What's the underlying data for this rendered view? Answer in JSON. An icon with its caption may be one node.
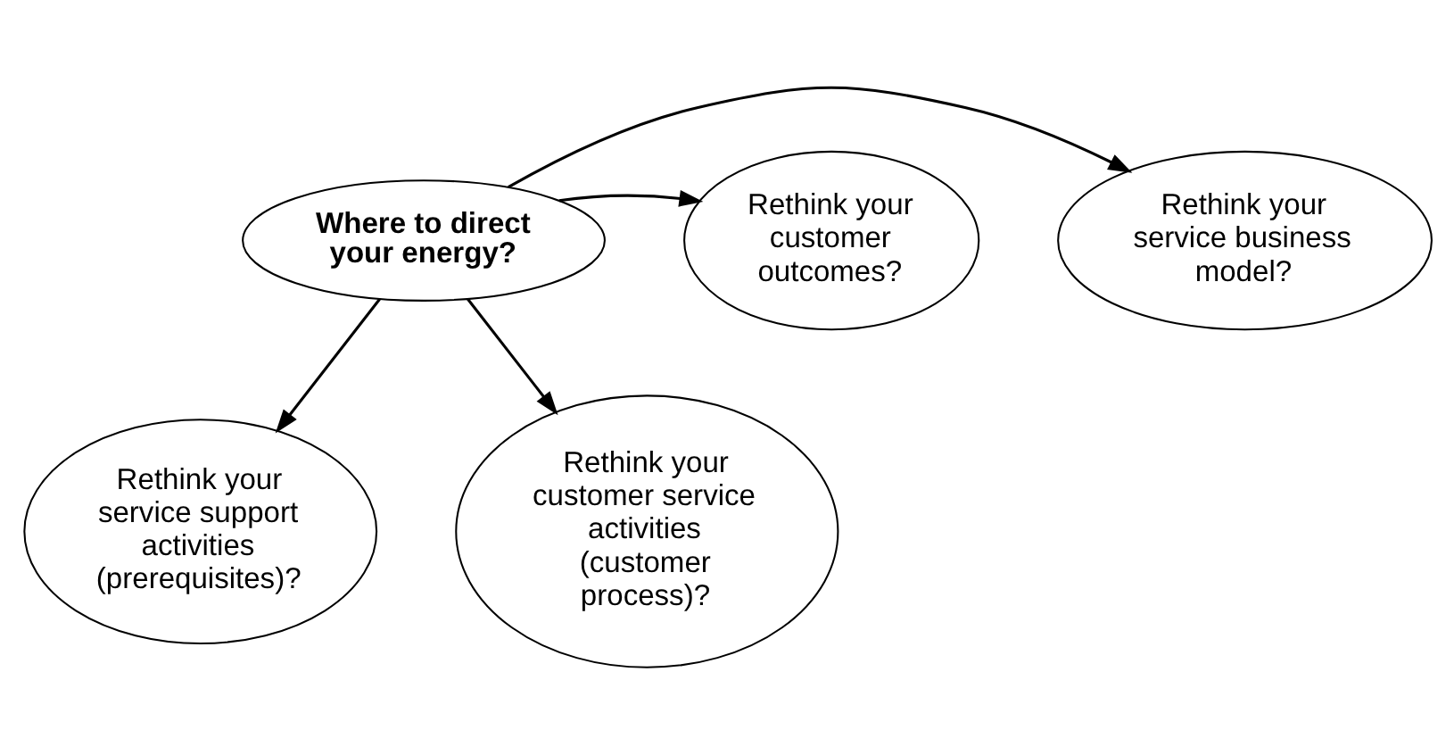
{
  "diagram": {
    "nodes": [
      {
        "text": [
          "Where to direct your energy?"
        ]
      },
      {
        "text": [
          "Rethink your service business model?"
        ]
      },
      {
        "text": [
          "Rethink your service support activities (prerequisites)?"
        ]
      },
      {
        "text": [
          "Rethink your customer service activities (customer process)?"
        ]
      },
      {
        "text": [
          "Rethink your customer outcomes?"
        ]
      }
    ],
    "edges": [
      {
        "from": 0,
        "to": 1,
        "arrow": "to"
      },
      {
        "from": 0,
        "to": 2,
        "arrow": "to"
      },
      {
        "from": 0,
        "to": 3,
        "arrow": "to"
      },
      {
        "from": 0,
        "to": 4,
        "arrow": "to"
      }
    ]
  }
}
